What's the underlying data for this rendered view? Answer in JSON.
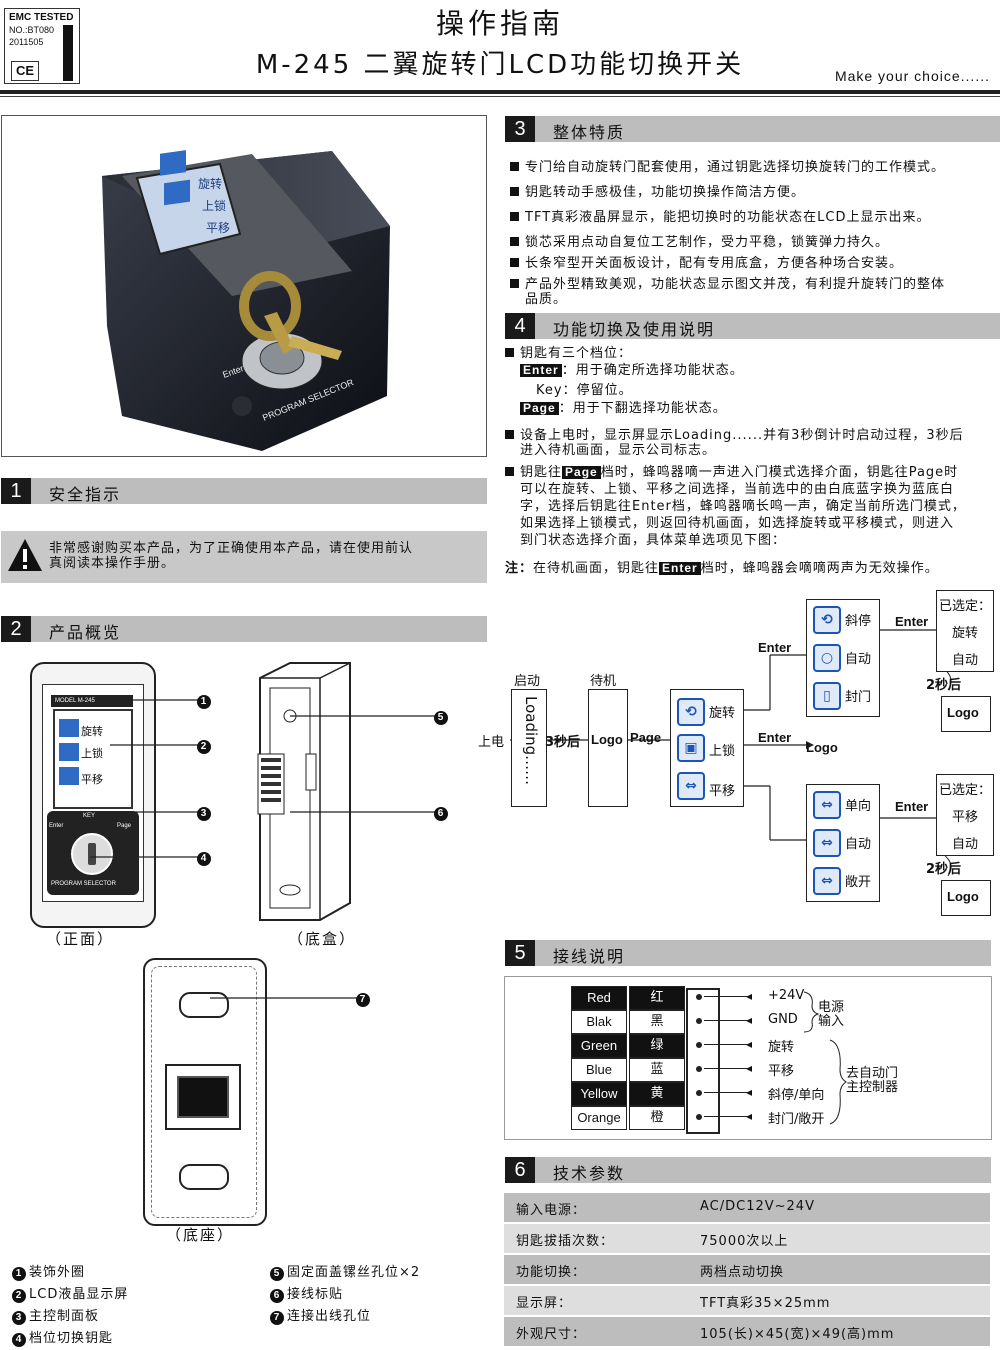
{
  "emc": {
    "line1": "EMC TESTED",
    "line2": "NO.:BT080",
    "line3": "2011505",
    "mark": "CE"
  },
  "title": {
    "main": "操作指南",
    "sub": "M-245 二翼旋转门LCD功能切换开关",
    "slogan": "Make your choice......"
  },
  "photo": {
    "screen_items": [
      "旋转",
      "上锁",
      "平移"
    ],
    "enter": "Enter",
    "key": "KEY",
    "page": "Page",
    "program_selector": "PROGRAM SELECTOR"
  },
  "sec1": {
    "num": "1",
    "title": "安全指示",
    "warning_line1": "非常感谢购买本产品，为了正确使用本产品，请在使用前认",
    "warning_line2": "真阅读本操作手册。"
  },
  "sec2": {
    "num": "2",
    "title": "产品概览",
    "front": {
      "model": "MODEL M-245",
      "items": [
        "旋转",
        "上锁",
        "平移"
      ],
      "key": "KEY",
      "enter": "Enter",
      "page": "Page",
      "program_selector": "PROGRAM SELECTOR",
      "caption": "（正面）"
    },
    "box": {
      "caption": "（底盒）"
    },
    "base": {
      "caption": "（底座）"
    },
    "markers": [
      "1",
      "2",
      "3",
      "4",
      "5",
      "6",
      "7"
    ],
    "legend": [
      {
        "n": "1",
        "t": "装饰外圈"
      },
      {
        "n": "2",
        "t": "LCD液晶显示屏"
      },
      {
        "n": "3",
        "t": "主控制面板"
      },
      {
        "n": "4",
        "t": "档位切换钥匙"
      },
      {
        "n": "5",
        "t": "固定面盖镙丝孔位×2"
      },
      {
        "n": "6",
        "t": "接线标贴"
      },
      {
        "n": "7",
        "t": "连接出线孔位"
      }
    ]
  },
  "sec3": {
    "num": "3",
    "title": "整体特质",
    "items": [
      "专门给自动旋转门配套使用，通过钥匙选择切换旋转门的工作模式。",
      "钥匙转动手感极佳，功能切换操作简洁方便。",
      "TFT真彩液晶屏显示，能把切换时的功能状态在LCD上显示出来。",
      "锁芯采用点动自复位工艺制作，受力平稳，锁簧弹力持久。",
      "长条窄型开关面板设计，配有专用底盒，方便各种场合安装。",
      "产品外型精致美观，功能状态显示图文并茂，有利提升旋转门的整体",
      "品质。"
    ]
  },
  "sec4": {
    "num": "4",
    "title": "功能切换及使用说明",
    "key_positions": "钥匙有三个档位：",
    "enter_icon": "Enter",
    "enter_desc": "：用于确定所选择功能状态。",
    "key_desc": "Key：停留位。",
    "page_icon": "Page",
    "page_desc": "：用于下翻选择功能状态。",
    "p2_l1": "设备上电时，显示屏显示Loading......并有3秒倒计时启动过程，3秒后",
    "p2_l2": "进入待机画面，显示公司标志。",
    "p3_a": "钥匙往",
    "p3_b": "档时，蜂鸣器嘀一声进入门模式选择介面，钥匙往Page时",
    "p3_l2": "可以在旋转、上锁、平移之间选择，当前选中的由白底蓝字换为蓝底白",
    "p3_l3": "字，选择后钥匙往Enter档，蜂鸣器嘀长鸣一声，确定当前所选门模式，",
    "p3_l4": "如果选择上锁模式，则返回待机画面，如选择旋转或平移模式，则进入",
    "p3_l5": "到门状态选择介面，具体菜单选项见下图：",
    "note_a": "注：",
    "note_b": "在待机画面，钥匙往",
    "note_c": "档时，蜂鸣器会嘀嘀两声为无效操作。"
  },
  "flow": {
    "power_on": "上电",
    "start": "启动",
    "loading": "Loading……",
    "three_sec": "3秒后",
    "standby": "待机",
    "logo": "Logo",
    "page": "Page",
    "menu": [
      "旋转",
      "上锁",
      "平移"
    ],
    "enter": "Enter",
    "rotate_sub": [
      "斜停",
      "自动",
      "封门"
    ],
    "slide_sub": [
      "单向",
      "自动",
      "敞开"
    ],
    "selected": "已选定：",
    "sel_rotate": "旋转",
    "sel_slide": "平移",
    "auto": "自动",
    "two_sec": "2秒后"
  },
  "sec5": {
    "num": "5",
    "title": "接线说明",
    "wires": [
      {
        "en": "Red",
        "cn": "红",
        "dark": true,
        "color": "#111"
      },
      {
        "en": "Blak",
        "cn": "黑",
        "dark": false,
        "color": "#fff"
      },
      {
        "en": "Green",
        "cn": "绿",
        "dark": true,
        "color": "#111"
      },
      {
        "en": "Blue",
        "cn": "蓝",
        "dark": false,
        "color": "#fff"
      },
      {
        "en": "Yellow",
        "cn": "黄",
        "dark": true,
        "color": "#111"
      },
      {
        "en": "Orange",
        "cn": "橙",
        "dark": false,
        "color": "#fff"
      }
    ],
    "terminals": [
      "+24V",
      "GND",
      "旋转",
      "平移",
      "斜停/单向",
      "封门/敞开"
    ],
    "power_label_1": "电源",
    "power_label_2": "输入",
    "ctrl_label_1": "去自动门",
    "ctrl_label_2": "主控制器"
  },
  "sec6": {
    "num": "6",
    "title": "技术参数",
    "rows": [
      {
        "k": "输入电源：",
        "v": "AC/DC12V~24V"
      },
      {
        "k": "钥匙拔插次数：",
        "v": "75000次以上"
      },
      {
        "k": "功能切换：",
        "v": "两档点动切换"
      },
      {
        "k": "显示屏：",
        "v": "TFT真彩35×25mm"
      },
      {
        "k": "外观尺寸：",
        "v": "105(长)×45(宽)×49(高)mm"
      }
    ]
  }
}
